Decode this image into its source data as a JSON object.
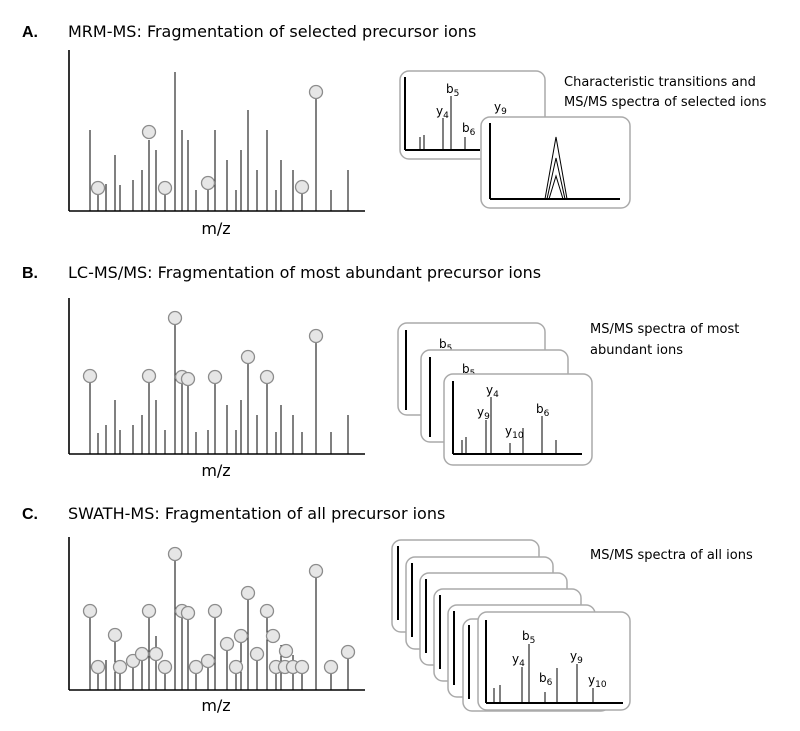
{
  "panels": [
    {
      "letter": "A.",
      "title": "MRM-MS: Fragmentation of selected precursor ions",
      "xlabel": "m/z",
      "note_lines": [
        "Characteristic transitions and",
        "MS/MS spectra of selected ions"
      ],
      "fragment_labels": [
        {
          "base": "b",
          "sub": "5"
        },
        {
          "base": "y",
          "sub": "4"
        },
        {
          "base": "y",
          "sub": "9"
        },
        {
          "base": "b",
          "sub": "6"
        }
      ]
    },
    {
      "letter": "B.",
      "title": "LC-MS/MS: Fragmentation of most abundant precursor ions",
      "xlabel": "m/z",
      "note_lines": [
        "MS/MS spectra of most",
        "abundant ions"
      ],
      "fragment_labels": [
        {
          "base": "b",
          "sub": "5"
        },
        {
          "base": "b",
          "sub": "5"
        },
        {
          "base": "y",
          "sub": "4"
        },
        {
          "base": "y",
          "sub": "9"
        },
        {
          "base": "b",
          "sub": "6"
        },
        {
          "base": "y",
          "sub": "10"
        }
      ]
    },
    {
      "letter": "C.",
      "title": "SWATH-MS: Fragmentation of all precursor ions",
      "xlabel": "m/z",
      "note_lines": [
        "MS/MS spectra of all ions"
      ],
      "fragment_labels": [
        {
          "base": "b",
          "sub": "5"
        },
        {
          "base": "y",
          "sub": "4"
        },
        {
          "base": "y",
          "sub": "9"
        },
        {
          "base": "b",
          "sub": "6"
        },
        {
          "base": "y",
          "sub": "10"
        }
      ]
    }
  ]
}
